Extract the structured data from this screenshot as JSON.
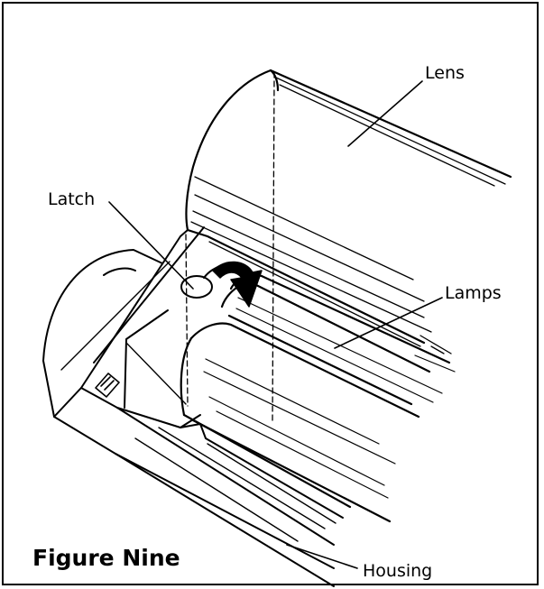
{
  "figure": {
    "title": "Figure Nine",
    "labels": {
      "lens": "Lens",
      "latch": "Latch",
      "lamps": "Lamps",
      "housing": "Housing"
    }
  },
  "colors": {
    "ink": "#000000",
    "paper": "#ffffff"
  }
}
